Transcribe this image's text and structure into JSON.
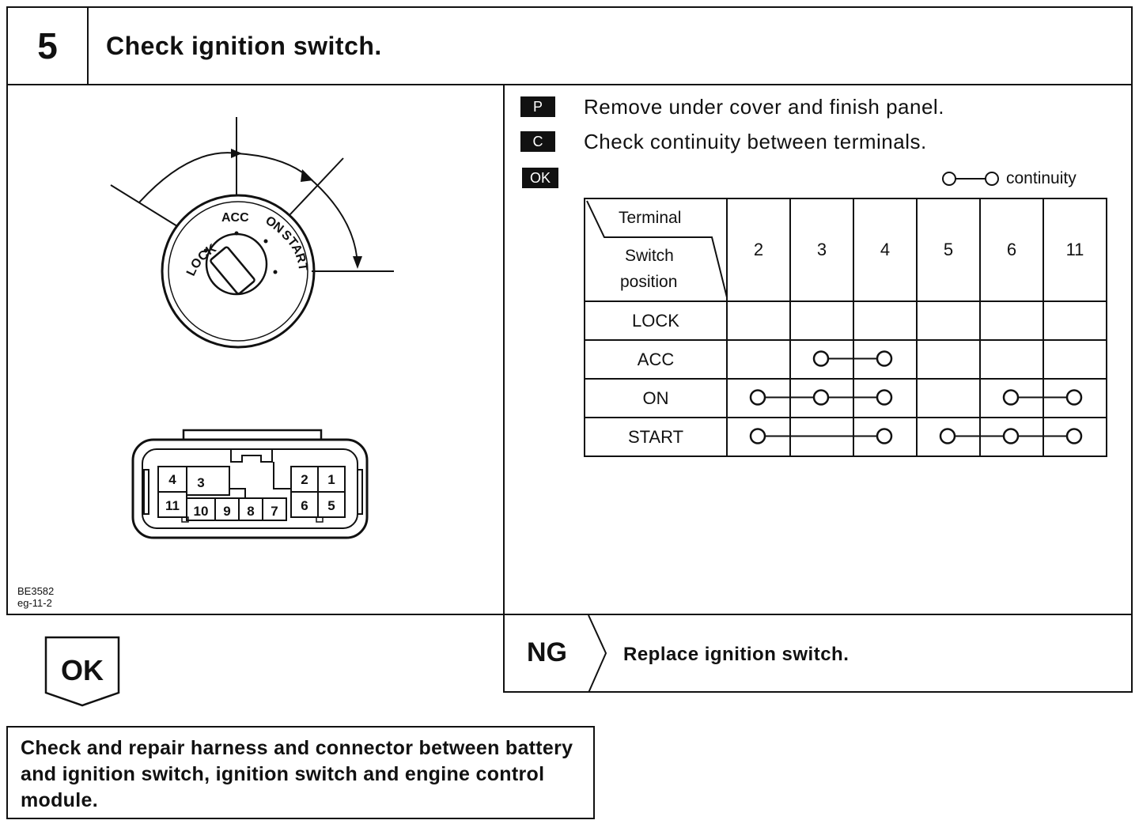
{
  "step": {
    "number": "5",
    "title": "Check ignition switch."
  },
  "figure": {
    "switch_positions": [
      "LOCK",
      "ACC",
      "ON",
      "START"
    ],
    "code_line1": "BE3582",
    "code_line2": "eg-11-2",
    "connector_pins_top": [
      "4",
      "3",
      "2",
      "1"
    ],
    "connector_pins_bottom": [
      "11",
      "10",
      "9",
      "8",
      "7",
      "6",
      "5"
    ]
  },
  "instructions": [
    {
      "badge": "P",
      "text": "Remove under cover and finish panel."
    },
    {
      "badge": "C",
      "text": "Check continuity between terminals."
    }
  ],
  "ok_badge": "OK",
  "continuity": {
    "legend": "continuity",
    "header_terminal": "Terminal",
    "header_switch_line1": "Switch",
    "header_switch_line2": "position",
    "terminals": [
      "2",
      "3",
      "4",
      "5",
      "6",
      "11"
    ],
    "rows": [
      {
        "position": "LOCK",
        "groups": []
      },
      {
        "position": "ACC",
        "groups": [
          [
            "3",
            "4"
          ]
        ]
      },
      {
        "position": "ON",
        "groups": [
          [
            "2",
            "3",
            "4"
          ],
          [
            "6",
            "11"
          ]
        ]
      },
      {
        "position": "START",
        "groups": [
          [
            "2",
            "4"
          ],
          [
            "5",
            "6",
            "11"
          ]
        ]
      }
    ]
  },
  "ng": {
    "label": "NG",
    "text": "Replace ignition switch."
  },
  "ok": {
    "label": "OK"
  },
  "next_step": "Check and repair harness and connector between battery and ignition switch, ignition switch and engine control module."
}
